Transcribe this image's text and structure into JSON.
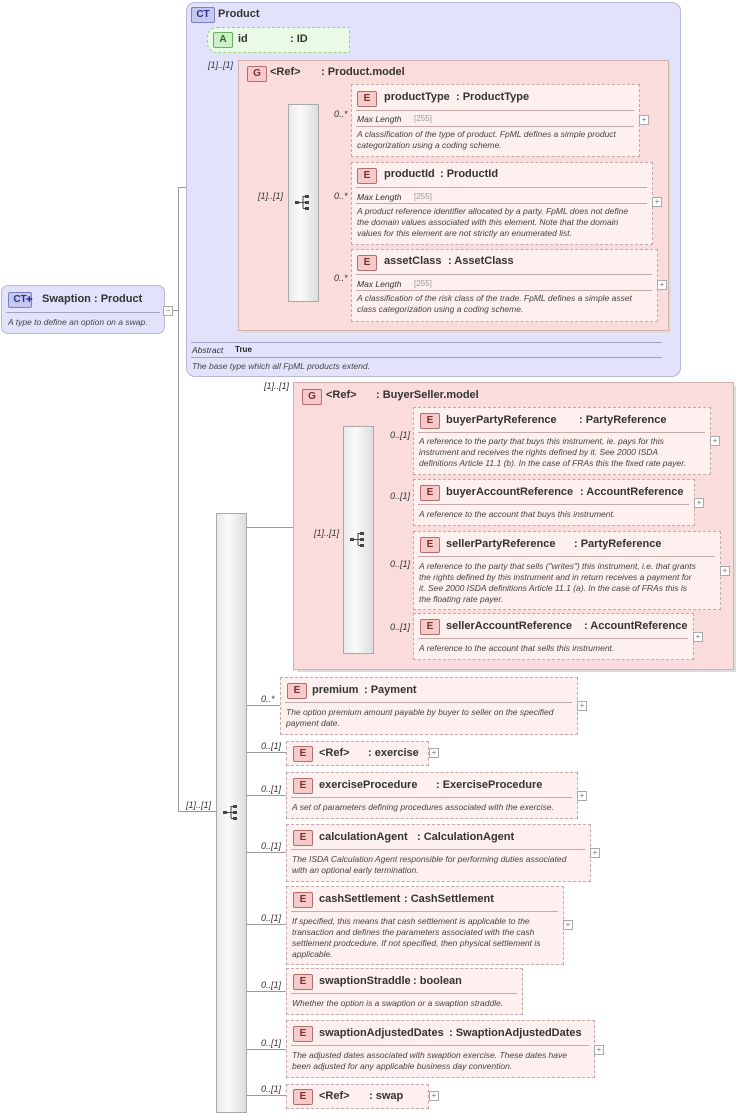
{
  "root": {
    "badge": "CT",
    "name": "Swaption",
    "type": ": Product",
    "doc": "A type to define an option on a swap."
  },
  "product": {
    "badge": "CT",
    "name": "Product",
    "attribute": {
      "badge": "A",
      "name": "id",
      "type": ": ID",
      "card": "[1]..[1]"
    },
    "group": {
      "badge": "G",
      "ref": "<Ref>",
      "type": ": Product.model",
      "card": "[1]..[1]",
      "elements": [
        {
          "name": "productType",
          "type": ": ProductType",
          "card": "0..*",
          "meta_label": "Max Length",
          "meta_value": "[255]",
          "doc": [
            "A classification of the type of product. FpML defines a simple product",
            "categorization using a coding scheme."
          ]
        },
        {
          "name": "productId",
          "type": ": ProductId",
          "card": "0..*",
          "meta_label": "Max Length",
          "meta_value": "[255]",
          "doc": [
            "A product reference identifier allocated by a party. FpML does not define",
            "the domain values associated with this element. Note that the domain",
            "values for this element are not strictly an enumerated list."
          ]
        },
        {
          "name": "assetClass",
          "type": ": AssetClass",
          "card": "0..*",
          "meta_label": "Max Length",
          "meta_value": "[255]",
          "doc": [
            "A classification of the risk class of the trade. FpML defines a simple asset",
            "class categorization using a coding scheme."
          ]
        }
      ]
    },
    "abstract_label": "Abstract",
    "abstract_value": "True",
    "doc": "The base type which all FpML products extend."
  },
  "sequence_card": "[1]..[1]",
  "buyer_seller": {
    "badge": "G",
    "ref": "<Ref>",
    "type": ": BuyerSeller.model",
    "card": "[1]..[1]",
    "inner_card": "[1]..[1]",
    "elements": [
      {
        "name": "buyerPartyReference",
        "type": ": PartyReference",
        "card": "0..[1]",
        "doc": [
          "A reference to the party that buys this instrument, ie. pays for this",
          "instrument and receives the rights defined by it. See 2000 ISDA",
          "definitions Article 11.1 (b). In the case of FRAs this the fixed rate payer."
        ]
      },
      {
        "name": "buyerAccountReference",
        "type": ": AccountReference",
        "card": "0..[1]",
        "doc": [
          "A reference to the account that buys this instrument."
        ]
      },
      {
        "name": "sellerPartyReference",
        "type": ": PartyReference",
        "card": "0..[1]",
        "doc": [
          "A reference to the party that sells (\"writes\") this instrument, i.e. that grants",
          "the rights defined by this instrument and in return receives a payment for",
          "it. See 2000 ISDA definitions Article 11.1 (a). In the case of FRAs this is",
          "the floating rate payer."
        ]
      },
      {
        "name": "sellerAccountReference",
        "type": ": AccountReference",
        "card": "0..[1]",
        "doc": [
          "A reference to the account that sells this instrument."
        ]
      }
    ]
  },
  "elements": [
    {
      "name": "premium",
      "type": ": Payment",
      "card": "0..*",
      "doc": [
        "The option premium amount payable by buyer to seller on the specified",
        "payment date."
      ]
    },
    {
      "name": "<Ref>",
      "type": ": exercise",
      "card": "0..[1]",
      "doc": []
    },
    {
      "name": "exerciseProcedure",
      "type": ": ExerciseProcedure",
      "card": "0..[1]",
      "doc": [
        "A set of parameters defining procedures associated with the exercise."
      ]
    },
    {
      "name": "calculationAgent",
      "type": ": CalculationAgent",
      "card": "0..[1]",
      "doc": [
        "The ISDA Calculation Agent responsible for performing duties associated",
        "with an optional early termination."
      ]
    },
    {
      "name": "cashSettlement",
      "type": ": CashSettlement",
      "card": "0..[1]",
      "doc": [
        "If specified, this means that cash settlement is applicable to the",
        "transaction and defines the parameters associated with the cash",
        "settlement prodcedure. If not specified, then physical settlement is",
        "applicable."
      ]
    },
    {
      "name": "swaptionStraddle",
      "type": ": boolean",
      "card": "0..[1]",
      "doc": [
        "Whether the option is a swaption or a swaption straddle."
      ]
    },
    {
      "name": "swaptionAdjustedDates",
      "type": ": SwaptionAdjustedDates",
      "card": "0..[1]",
      "doc": [
        "The adjusted dates associated with swaption exercise. These dates have",
        "been adjusted for any applicable business day convention."
      ]
    },
    {
      "name": "<Ref>",
      "type": ": swap",
      "card": "0..[1]",
      "doc": []
    }
  ],
  "element_badge": "E",
  "expand_glyph": "+",
  "colors": {
    "ct_bg": "#e2e3fb",
    "group_bg": "#fbdcdc",
    "element_bg": "#fdf0ee",
    "attr_bg": "#e9fbe4"
  }
}
